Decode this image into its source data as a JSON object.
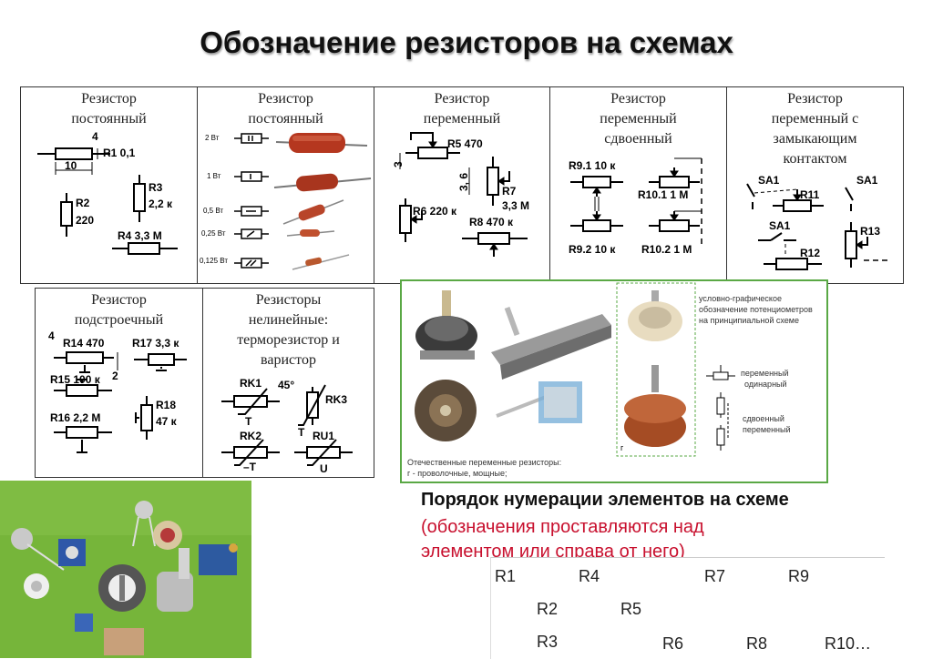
{
  "title": "Обозначение резисторов на схемах",
  "cells": {
    "fixed": {
      "caption": [
        "Резистор",
        "постоянный"
      ],
      "labels": [
        "R1 0,1",
        "10",
        "4",
        "R2",
        "220",
        "R3",
        "2,2 к",
        "R4 3,3 М"
      ]
    },
    "fixed_power": {
      "caption": [
        "Резистор",
        "постоянный"
      ],
      "powers": [
        "2 Вт",
        "1 Вт",
        "0,5 Вт",
        "0,25 Вт",
        "0,125 Вт"
      ]
    },
    "variable": {
      "caption": [
        "Резистор",
        "переменный"
      ],
      "labels": [
        "R5 470",
        "3",
        "3, 6",
        "R7",
        "3,3 М",
        "R6 220 к",
        "R8 470 к"
      ]
    },
    "dual": {
      "caption": [
        "Резистор",
        "переменный",
        "сдвоенный"
      ],
      "labels": [
        "R9.1 10 к",
        "R10.1 1 М",
        "R9.2 10 к",
        "R10.2 1 М"
      ]
    },
    "switch": {
      "caption": [
        "Резистор",
        "переменный с",
        "замыкающим",
        "контактом"
      ],
      "labels": [
        "SA1",
        "R11",
        "SA1",
        "SA1",
        "R13",
        "R12"
      ]
    },
    "trimmer": {
      "caption": [
        "Резистор",
        "подстроечный"
      ],
      "labels": [
        "4",
        "R14 470",
        "2",
        "R17 3,3 к",
        "R15 100 к",
        "R18",
        "47 к",
        "R16 2,2 М"
      ]
    },
    "nonlinear": {
      "caption": [
        "Резисторы",
        "нелинейные:",
        "терморезистор и",
        "варистор"
      ],
      "labels": [
        "RK1",
        "45°",
        "RK3",
        "T",
        "T",
        "RK2",
        "–T",
        "RU1",
        "U"
      ]
    }
  },
  "potentiometer_panel": {
    "label_g": "г",
    "caption_lines": [
      "Отечественные переменные резисторы:",
      "г - проволочные, мощные;"
    ],
    "note_lines": [
      "условно-графическое",
      "обозначение потенциометров",
      "на принципиальной схеме"
    ],
    "single_lines": [
      "переменный",
      "одинарный"
    ],
    "dual_lines": [
      "сдвоенный",
      "переменный"
    ]
  },
  "order": {
    "heading": "Порядок нумерации элементов на схеме",
    "note_lines": [
      "(обозначения проставляются над",
      "элементом или справа от него)"
    ],
    "sequence": [
      "R1",
      "R4",
      "R7",
      "R9",
      "R2",
      "R5",
      "R3",
      "R6",
      "R8",
      "R10…"
    ]
  }
}
